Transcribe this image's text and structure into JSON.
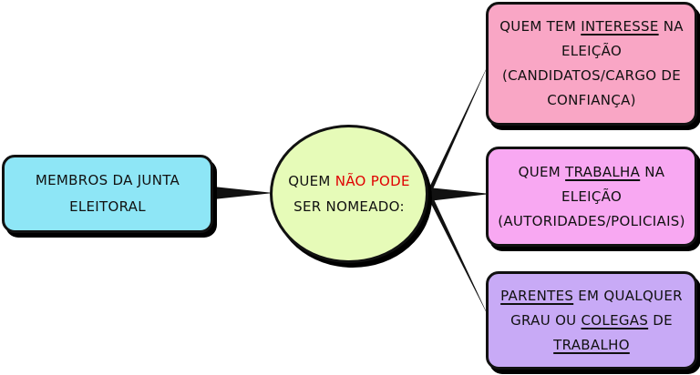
{
  "left_node": {
    "line1": "MEMBROS DA JUNTA",
    "line2": "ELEITORAL"
  },
  "center_node": {
    "part1": "QUEM ",
    "highlight": "NÃO PODE",
    "part2": "SER NOMEADO:"
  },
  "branches": [
    {
      "l1_pre": "QUEM TEM ",
      "l1_u": "INTERESSE",
      "l1_post": " NA",
      "l2": "ELEIÇÃO",
      "l3": "(CANDIDATOS/CARGO DE",
      "l4": "CONFIANÇA)"
    },
    {
      "l1_pre": "QUEM ",
      "l1_u": "TRABALHA",
      "l1_post": " NA",
      "l2": "ELEIÇÃO",
      "l3": "(AUTORIDADES/POLICIAIS)"
    },
    {
      "l1_u": "PARENTES",
      "l1_post": " EM QUALQUER",
      "l2_pre": "GRAU OU ",
      "l2_u": "COLEGAS",
      "l2_post": " DE",
      "l3_u": "TRABALHO"
    }
  ],
  "colors": {
    "left": "#8ee6f6",
    "center": "#e6fbb8",
    "branch1": "#f9a6c5",
    "branch2": "#f8a8f2",
    "branch3": "#c8aaf6",
    "accent": "#e00000"
  }
}
